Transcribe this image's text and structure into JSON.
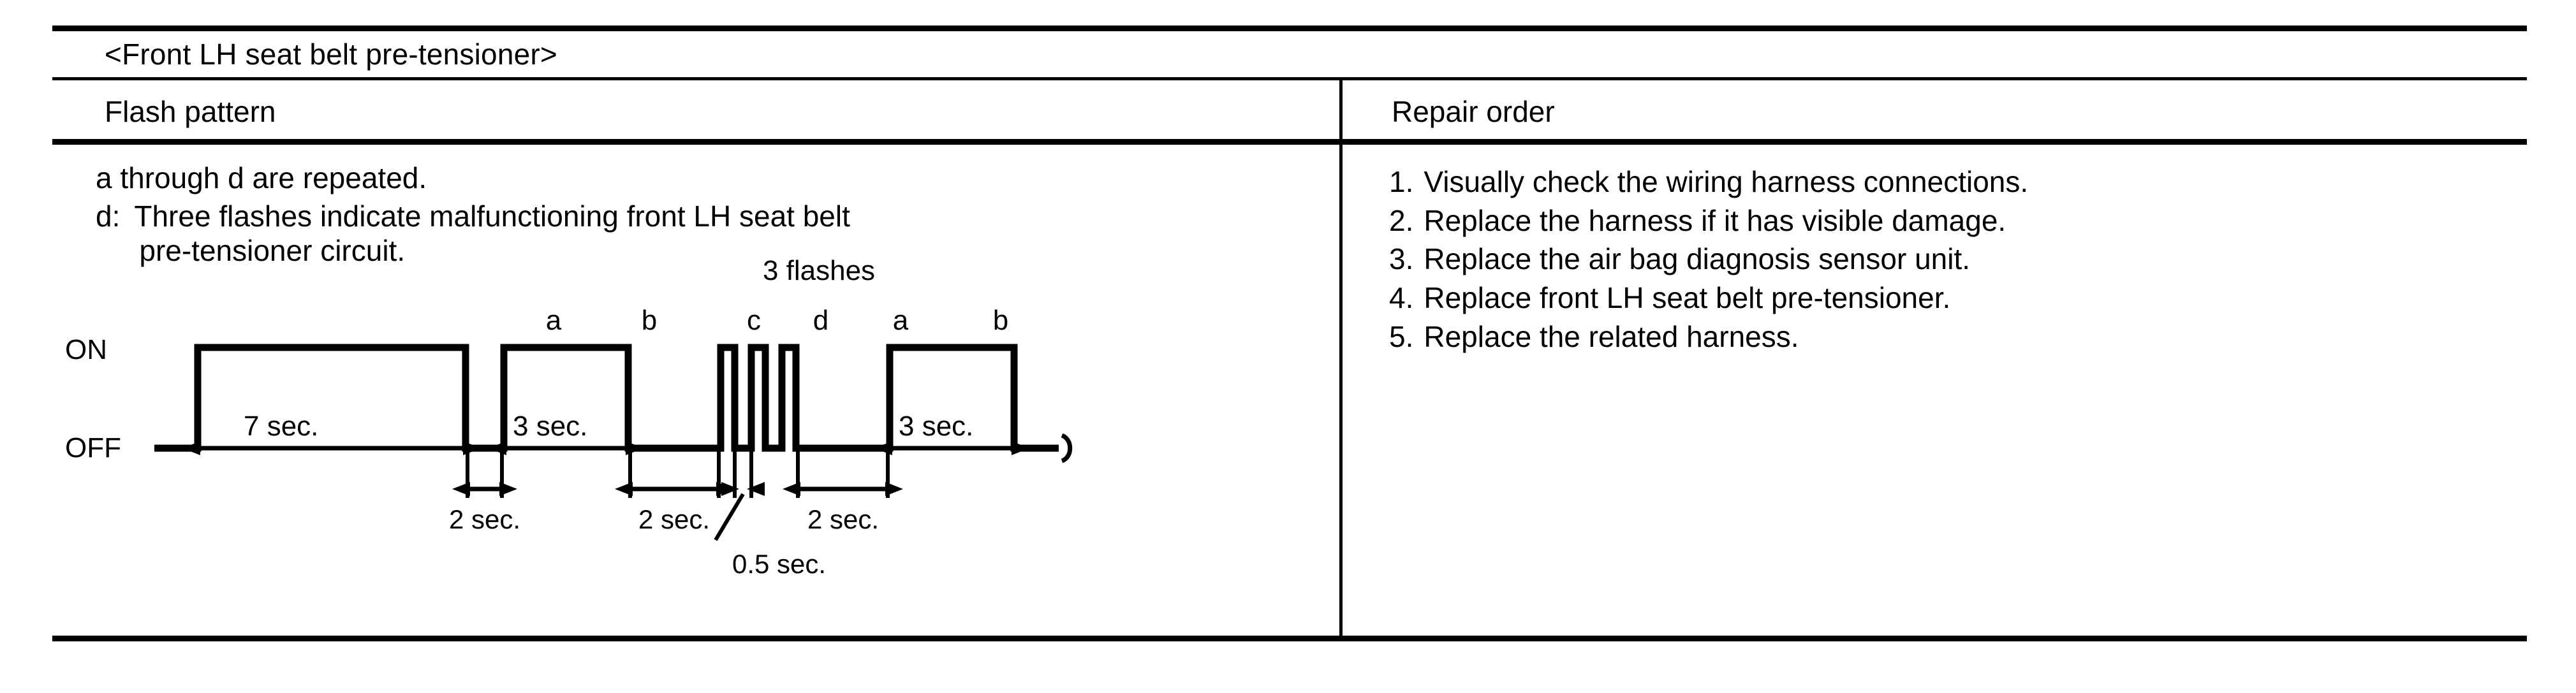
{
  "document": {
    "title": "<Front LH seat belt pre-tensioner>"
  },
  "table": {
    "columns": {
      "flash_pattern_header": "Flash pattern",
      "repair_order_header": "Repair order"
    }
  },
  "flash_pattern": {
    "note_repeat": "a through d are repeated.",
    "note_d_key": "d:",
    "note_d_line1": "Three flashes indicate malfunctioning front LH seat belt",
    "note_d_line2": "pre-tensioner circuit."
  },
  "repair_order": {
    "items": [
      {
        "num": "1.",
        "text": "Visually check the wiring harness connections."
      },
      {
        "num": "2.",
        "text": "Replace the harness if it has visible damage."
      },
      {
        "num": "3.",
        "text": "Replace the air bag diagnosis sensor unit."
      },
      {
        "num": "4.",
        "text": "Replace front LH seat belt pre-tensioner."
      },
      {
        "num": "5.",
        "text": "Replace the related harness."
      }
    ]
  },
  "chart_data": {
    "type": "line",
    "title": "Front LH seat belt pre-tensioner flash pattern timing diagram",
    "xlabel": "",
    "ylabel": "",
    "axis_labels": {
      "high": "ON",
      "low": "OFF"
    },
    "annotation_flashes": "3 flashes",
    "segment_labels": [
      "a",
      "b",
      "c",
      "d",
      "a",
      "b"
    ],
    "durations": {
      "long_on": "7 sec.",
      "short_on_1": "3 sec.",
      "short_on_2": "3 sec.",
      "gap_a": "2 sec.",
      "gap_c": "2 sec.",
      "flash_gap": "0.5 sec.",
      "gap_a2": "2 sec."
    },
    "pulses": [
      {
        "label": "a",
        "state": "ON",
        "duration_sec": 7,
        "duration_label": "7 sec."
      },
      {
        "label": "a",
        "state": "OFF",
        "duration_sec": 2,
        "duration_label": "2 sec."
      },
      {
        "label": "b",
        "state": "ON",
        "duration_sec": 3,
        "duration_label": "3 sec."
      },
      {
        "label": "c",
        "state": "OFF",
        "duration_sec": 2,
        "duration_label": "2 sec."
      },
      {
        "label": "d",
        "state": "FLASH",
        "flash_count": 3,
        "flash_gap_sec": 0.5,
        "duration_label": "0.5 sec."
      },
      {
        "label": "a",
        "state": "OFF",
        "duration_sec": 2,
        "duration_label": "2 sec."
      },
      {
        "label": "b",
        "state": "ON",
        "duration_sec": 3,
        "duration_label": "3 sec."
      }
    ],
    "grid": false,
    "legend": "none"
  },
  "colors": {
    "ink": "#000000",
    "paper": "#ffffff"
  }
}
